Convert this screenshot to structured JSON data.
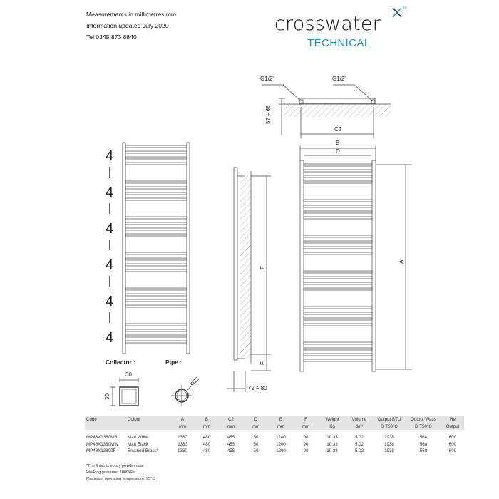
{
  "header": {
    "line1": "Measurements in millimetres mm",
    "line2": "Information updated July 2020",
    "line3": "Tel  0345 873 8840"
  },
  "logo": {
    "wordmark": "crosswater",
    "subtitle": "TECHNICAL",
    "trademark": "TM",
    "accent_color": "#1e8fc4"
  },
  "drawing": {
    "section_sequence": [
      "4",
      "4",
      "4",
      "4",
      "4",
      "4"
    ],
    "top_view": {
      "connection_left": "G1/2\"",
      "connection_right": "G1/2\"",
      "wall_gap": "57 ÷ 65",
      "c2": "C2"
    },
    "front_view": {
      "b": "B",
      "d": "D",
      "a": "A"
    },
    "side_view": {
      "e": "E",
      "f": "F",
      "depth": "72 ÷ 80"
    },
    "collector": {
      "label": "Collector :",
      "width": "30",
      "height": "30"
    },
    "pipe": {
      "label": "Pipe :",
      "diameter": "Φ22"
    }
  },
  "table": {
    "headers": [
      "Code",
      "Colour",
      "A",
      "B",
      "C2",
      "D",
      "E",
      "F",
      "Weight",
      "Volume",
      "Output BTU",
      "Output Watts",
      "He"
    ],
    "units": [
      "",
      "",
      "mm",
      "mm",
      "mm",
      "mm",
      "mm",
      "mm",
      "Kg",
      "dm³",
      "D T50°C",
      "D T50°C",
      "Output"
    ],
    "rows": [
      [
        "MP48X1380MB",
        "Matt White",
        "1380",
        "480",
        "455",
        "50",
        "1200",
        "90",
        "10.33",
        "5.02",
        "1938",
        "568",
        "600"
      ],
      [
        "MP48X1380MW",
        "Matt Black",
        "1380",
        "480",
        "455",
        "50",
        "1200",
        "90",
        "10.33",
        "5.02",
        "1938",
        "568",
        "600"
      ],
      [
        "MP48X13800F",
        "Brushed Brass*",
        "1380",
        "480",
        "455",
        "50",
        "1200",
        "90",
        "10.33",
        "5.02",
        "1938",
        "568",
        "600"
      ]
    ]
  },
  "notes": [
    "*The finish is epoxy powder coat",
    "Working pressure: 1000kPa",
    "Maximum operating temperature: 95°C"
  ]
}
